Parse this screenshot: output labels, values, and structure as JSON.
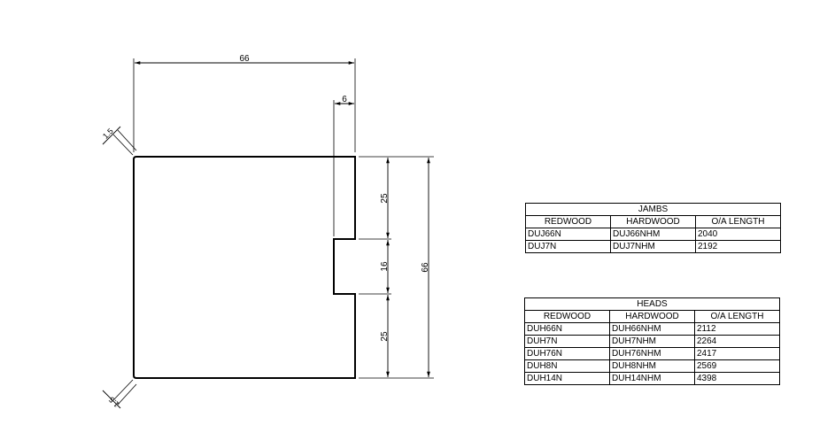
{
  "drawing": {
    "dimensions": {
      "overall_width": "66",
      "tongue_depth": "6",
      "chamfer_top": "1.5",
      "chamfer_bottom": "1.5",
      "upper_section": "25",
      "tongue_width": "16",
      "lower_section": "25",
      "overall_height": "66"
    }
  },
  "jambs": {
    "title": "JAMBS",
    "headers": [
      "REDWOOD",
      "HARDWOOD",
      "O/A LENGTH"
    ],
    "rows": [
      [
        "DUJ66N",
        "DUJ66NHM",
        "2040"
      ],
      [
        "DUJ7N",
        "DUJ7NHM",
        "2192"
      ]
    ]
  },
  "heads": {
    "title": "HEADS",
    "headers": [
      "REDWOOD",
      "HARDWOOD",
      "O/A LENGTH"
    ],
    "rows": [
      [
        "DUH66N",
        "DUH66NHM",
        "2112"
      ],
      [
        "DUH7N",
        "DUH7NHM",
        "2264"
      ],
      [
        "DUH76N",
        "DUH76NHM",
        "2417"
      ],
      [
        "DUH8N",
        "DUH8NHM",
        "2569"
      ],
      [
        "DUH14N",
        "DUH14NHM",
        "4398"
      ]
    ]
  }
}
